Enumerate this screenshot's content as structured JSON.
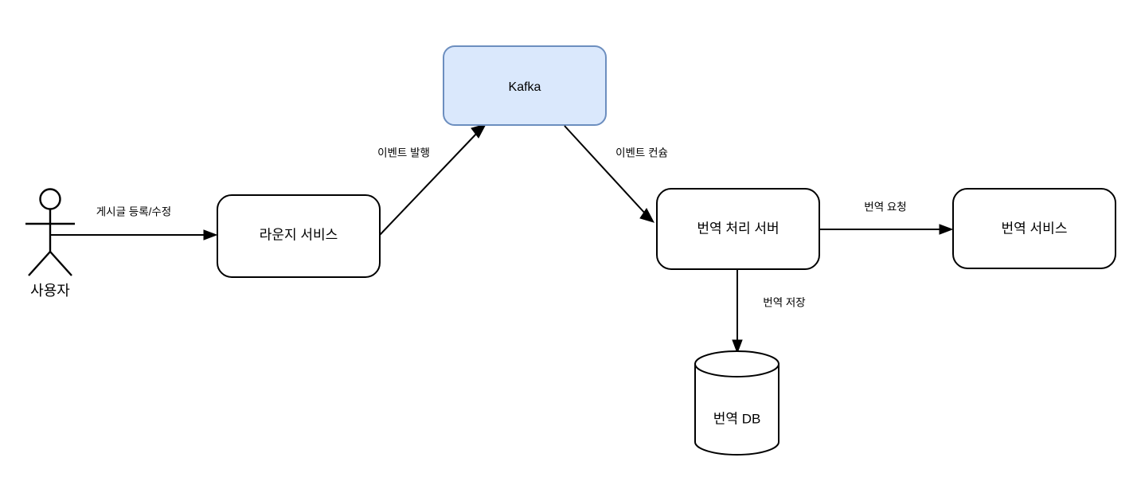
{
  "diagram": {
    "title": "Translation event pipeline architecture diagram",
    "background_color": "#ffffff",
    "stroke_color": "#000000",
    "accent_fill": "#dae8fc",
    "accent_stroke": "#6c8ebf",
    "nodes": [
      {
        "id": "actor-user",
        "type": "actor",
        "label": "사용자"
      },
      {
        "id": "lounge-service",
        "type": "rounded-rect",
        "label": "라운지 서비스"
      },
      {
        "id": "kafka",
        "type": "rounded-rect",
        "label": "Kafka",
        "fill": "#dae8fc",
        "stroke": "#6c8ebf"
      },
      {
        "id": "translation-processing-server",
        "type": "rounded-rect",
        "label": "번역 처리 서버"
      },
      {
        "id": "translation-service",
        "type": "rounded-rect",
        "label": "번역 서비스"
      },
      {
        "id": "translation-db",
        "type": "cylinder",
        "label": "번역 DB"
      }
    ],
    "edges": [
      {
        "id": "edge-user-to-lounge",
        "from": "actor-user",
        "to": "lounge-service",
        "label": "게시글 등록/수정"
      },
      {
        "id": "edge-lounge-to-kafka",
        "from": "lounge-service",
        "to": "kafka",
        "label": "이벤트 발행"
      },
      {
        "id": "edge-kafka-to-server",
        "from": "kafka",
        "to": "translation-processing-server",
        "label": "이벤트 컨슘"
      },
      {
        "id": "edge-server-to-service",
        "from": "translation-processing-server",
        "to": "translation-service",
        "label": "번역 요청"
      },
      {
        "id": "edge-server-to-db",
        "from": "translation-processing-server",
        "to": "translation-db",
        "label": "번역 저장"
      }
    ]
  }
}
